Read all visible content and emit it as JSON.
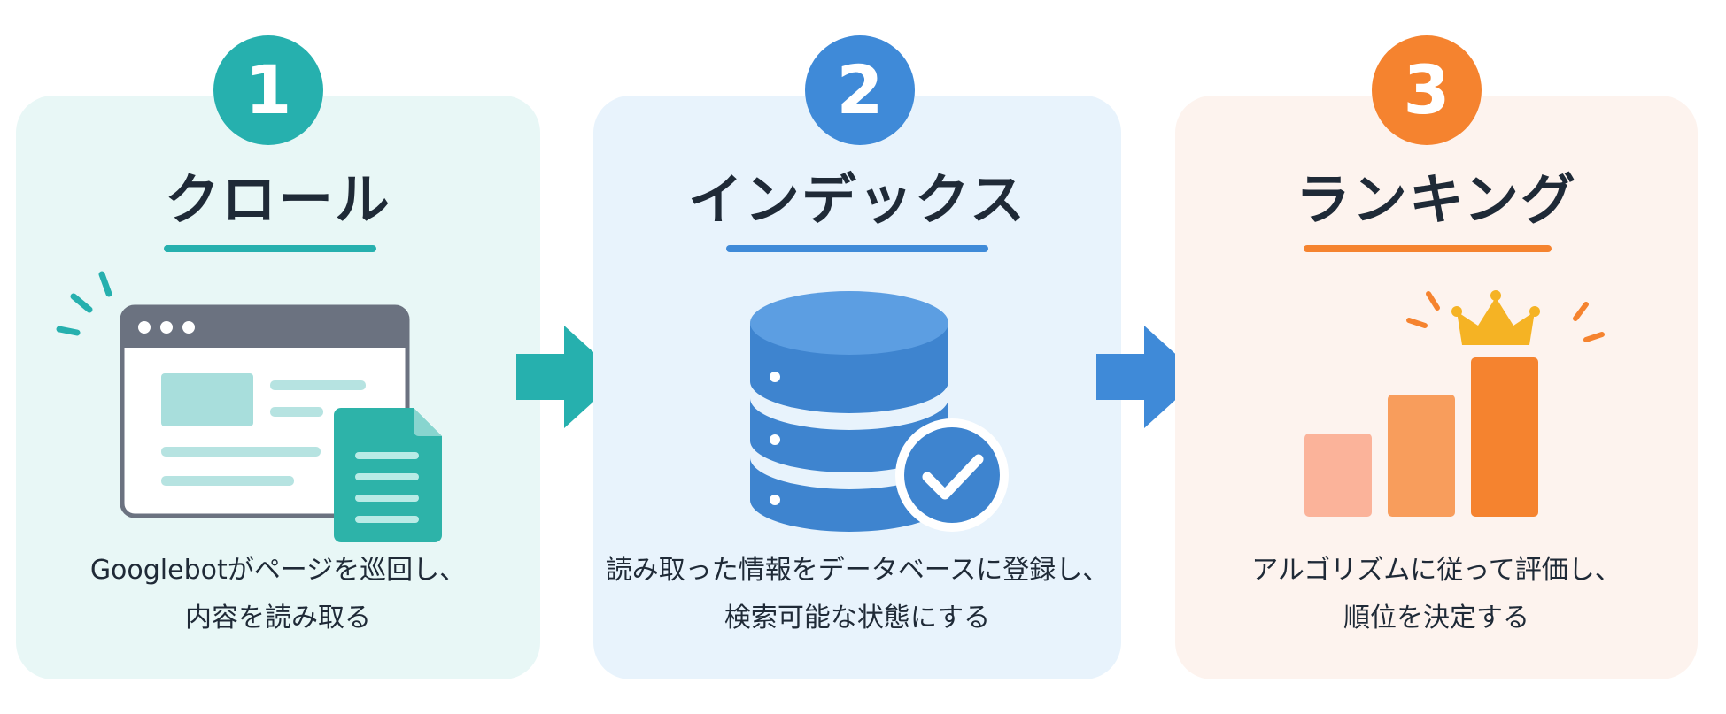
{
  "steps": [
    {
      "number": "1",
      "title": "クロール",
      "desc_line1": "Googlebotがページを巡回し、",
      "desc_line2": "内容を読み取る",
      "color": "#26b0ae",
      "icon": "browser-document-icon"
    },
    {
      "number": "2",
      "title": "インデックス",
      "desc_line1": "読み取った情報をデータベースに登録し、",
      "desc_line2": "検索可能な状態にする",
      "color": "#3f8ad8",
      "icon": "database-check-icon"
    },
    {
      "number": "3",
      "title": "ランキング",
      "desc_line1": "アルゴリズムに従って評価し、",
      "desc_line2": "順位を決定する",
      "color": "#f5832f",
      "icon": "bar-chart-crown-icon"
    }
  ],
  "arrows": [
    {
      "color": "#26b0ae",
      "icon": "arrow-right-icon"
    },
    {
      "color": "#3f8ad8",
      "icon": "arrow-right-icon"
    }
  ]
}
